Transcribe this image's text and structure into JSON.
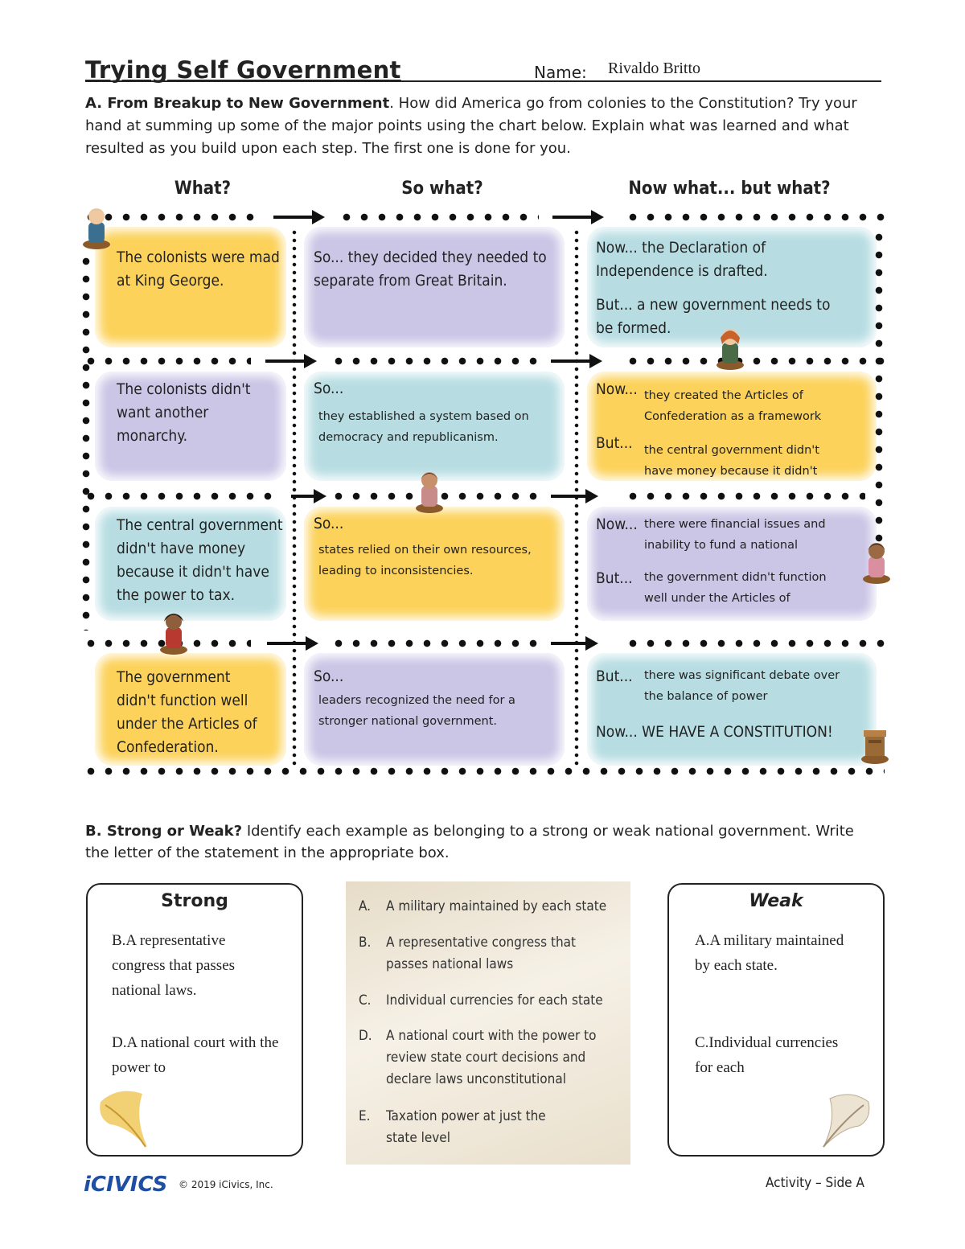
{
  "header": {
    "title": "Trying Self Government",
    "name_label": "Name:",
    "name_value": "Rivaldo Britto"
  },
  "section_a": {
    "label": "A. From Breakup to New Government",
    "text": ". How did America go from colonies to the Constitution? Try your hand at summing up some of the major points using the chart below. Explain what was learned and what resulted as you build upon each step. The first one is done for you."
  },
  "columns": [
    "What?",
    "So what?",
    "Now what... but what?"
  ],
  "rows": [
    {
      "what": "The colonists were mad at King George.",
      "so": "So... they decided they needed to separate from Great Britain.",
      "now": "Now... the Declaration of Independence is drafted.",
      "but": "But... a new government needs to be formed."
    },
    {
      "what": "The colonists didn't want another monarchy.",
      "so_label": "So...",
      "so_answer": "they established a system based on democracy and republicanism.",
      "now_label": "Now...",
      "now_answer": "they created the Articles of Confederation as a framework",
      "but_label": "But...",
      "but_answer": "the central government didn't have money because it didn't"
    },
    {
      "what": "The central government didn't have money because it didn't have the power to tax.",
      "so_label": "So...",
      "so_answer": "states relied on their own resources, leading to inconsistencies.",
      "now_label": "Now...",
      "now_answer": "there were financial issues and inability to fund a national",
      "but_label": "But...",
      "but_answer": "the government didn't function well under the Articles of"
    },
    {
      "what": "The government didn't function well under the Articles of Confederation.",
      "so_label": "So...",
      "so_answer": "leaders recognized the need for a stronger national government.",
      "but_label": "But...",
      "but_answer": "there was significant debate over the balance of power",
      "now_final": "Now... WE HAVE A CONSTITUTION!"
    }
  ],
  "section_b": {
    "label": "B. Strong or Weak?",
    "text": " Identify each example as belonging to a strong or weak national government. Write the letter of the statement in the appropriate box."
  },
  "strong_box": {
    "title": "Strong",
    "answer_1": "B.A representative congress that passes national laws.",
    "answer_2": "D.A national court with the power to"
  },
  "weak_box": {
    "title": "Weak",
    "answer_1": "A.A military maintained by each state.",
    "answer_2": "C.Individual currencies for each"
  },
  "statements": [
    {
      "letter": "A.",
      "text": "A military maintained by each state"
    },
    {
      "letter": "B.",
      "text": "A representative congress that passes national laws"
    },
    {
      "letter": "C.",
      "text": "Individual currencies for each state"
    },
    {
      "letter": "D.",
      "text": "A national court with the power to review state court decisions and declare laws unconstitutional"
    },
    {
      "letter": "E.",
      "text": "Taxation power at just the state level"
    }
  ],
  "footer": {
    "logo": "iCIVICS",
    "copyright": "© 2019 iCivics, Inc.",
    "page_label": "Activity – Side A"
  },
  "colors": {
    "yellow": "#fcd25a",
    "purple": "#cbc5e6",
    "blue": "#b7dde3",
    "logo_blue": "#1f4fa3"
  }
}
